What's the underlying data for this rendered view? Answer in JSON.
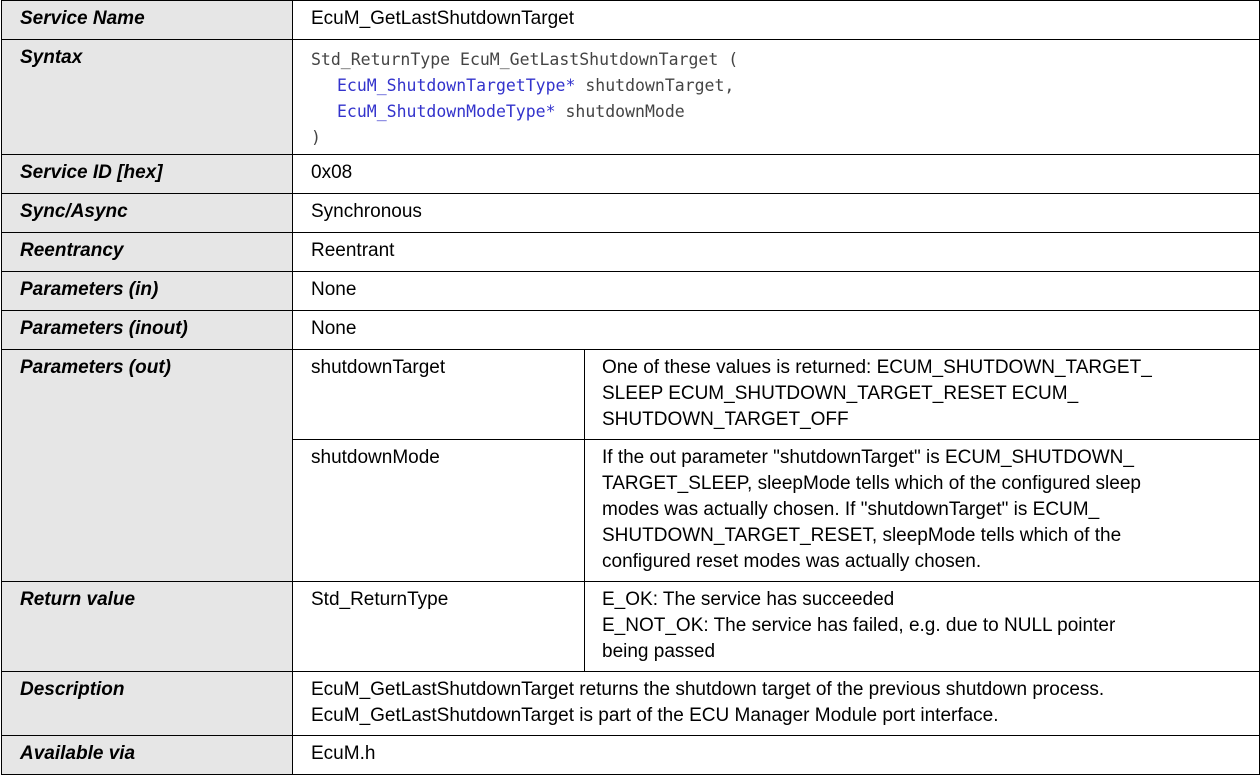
{
  "table": {
    "service_name": {
      "label": "Service Name",
      "value": "EcuM_GetLastShutdownTarget"
    },
    "syntax": {
      "label": "Syntax",
      "line1": "Std_ReturnType EcuM_GetLastShutdownTarget (",
      "param1_type": "EcuM_ShutdownTargetType*",
      "param1_name": " shutdownTarget,",
      "param2_type": "EcuM_ShutdownModeType*",
      "param2_name": " shutdownMode",
      "close": ")"
    },
    "service_id": {
      "label": "Service ID [hex]",
      "value": "0x08"
    },
    "sync_async": {
      "label": "Sync/Async",
      "value": "Synchronous"
    },
    "reentrancy": {
      "label": "Reentrancy",
      "value": "Reentrant"
    },
    "params_in": {
      "label": "Parameters (in)",
      "value": "None"
    },
    "params_inout": {
      "label": "Parameters (inout)",
      "value": "None"
    },
    "params_out": {
      "label": "Parameters (out)",
      "items": [
        {
          "name": "shutdownTarget",
          "description_lines": [
            "One of these values is returned: ECUM_SHUTDOWN_TARGET_",
            "SLEEP ECUM_SHUTDOWN_TARGET_RESET ECUM_",
            "SHUTDOWN_TARGET_OFF"
          ]
        },
        {
          "name": "shutdownMode",
          "description_lines": [
            "If the out parameter \"shutdownTarget\" is ECUM_SHUTDOWN_",
            "TARGET_SLEEP, sleepMode tells which of the configured sleep",
            "modes was actually chosen. If \"shutdownTarget\" is ECUM_",
            "SHUTDOWN_TARGET_RESET, sleepMode tells which of the",
            "configured reset modes was actually chosen."
          ]
        }
      ]
    },
    "return_value": {
      "label": "Return value",
      "type": "Std_ReturnType",
      "description_lines": [
        "E_OK: The service has succeeded",
        "E_NOT_OK: The service has failed, e.g. due to NULL pointer",
        "being passed"
      ]
    },
    "description": {
      "label": "Description",
      "lines": [
        "EcuM_GetLastShutdownTarget returns the shutdown target of the previous shutdown process.",
        "EcuM_GetLastShutdownTarget is part of the ECU Manager Module port interface."
      ]
    },
    "available_via": {
      "label": "Available via",
      "value": "EcuM.h"
    }
  }
}
